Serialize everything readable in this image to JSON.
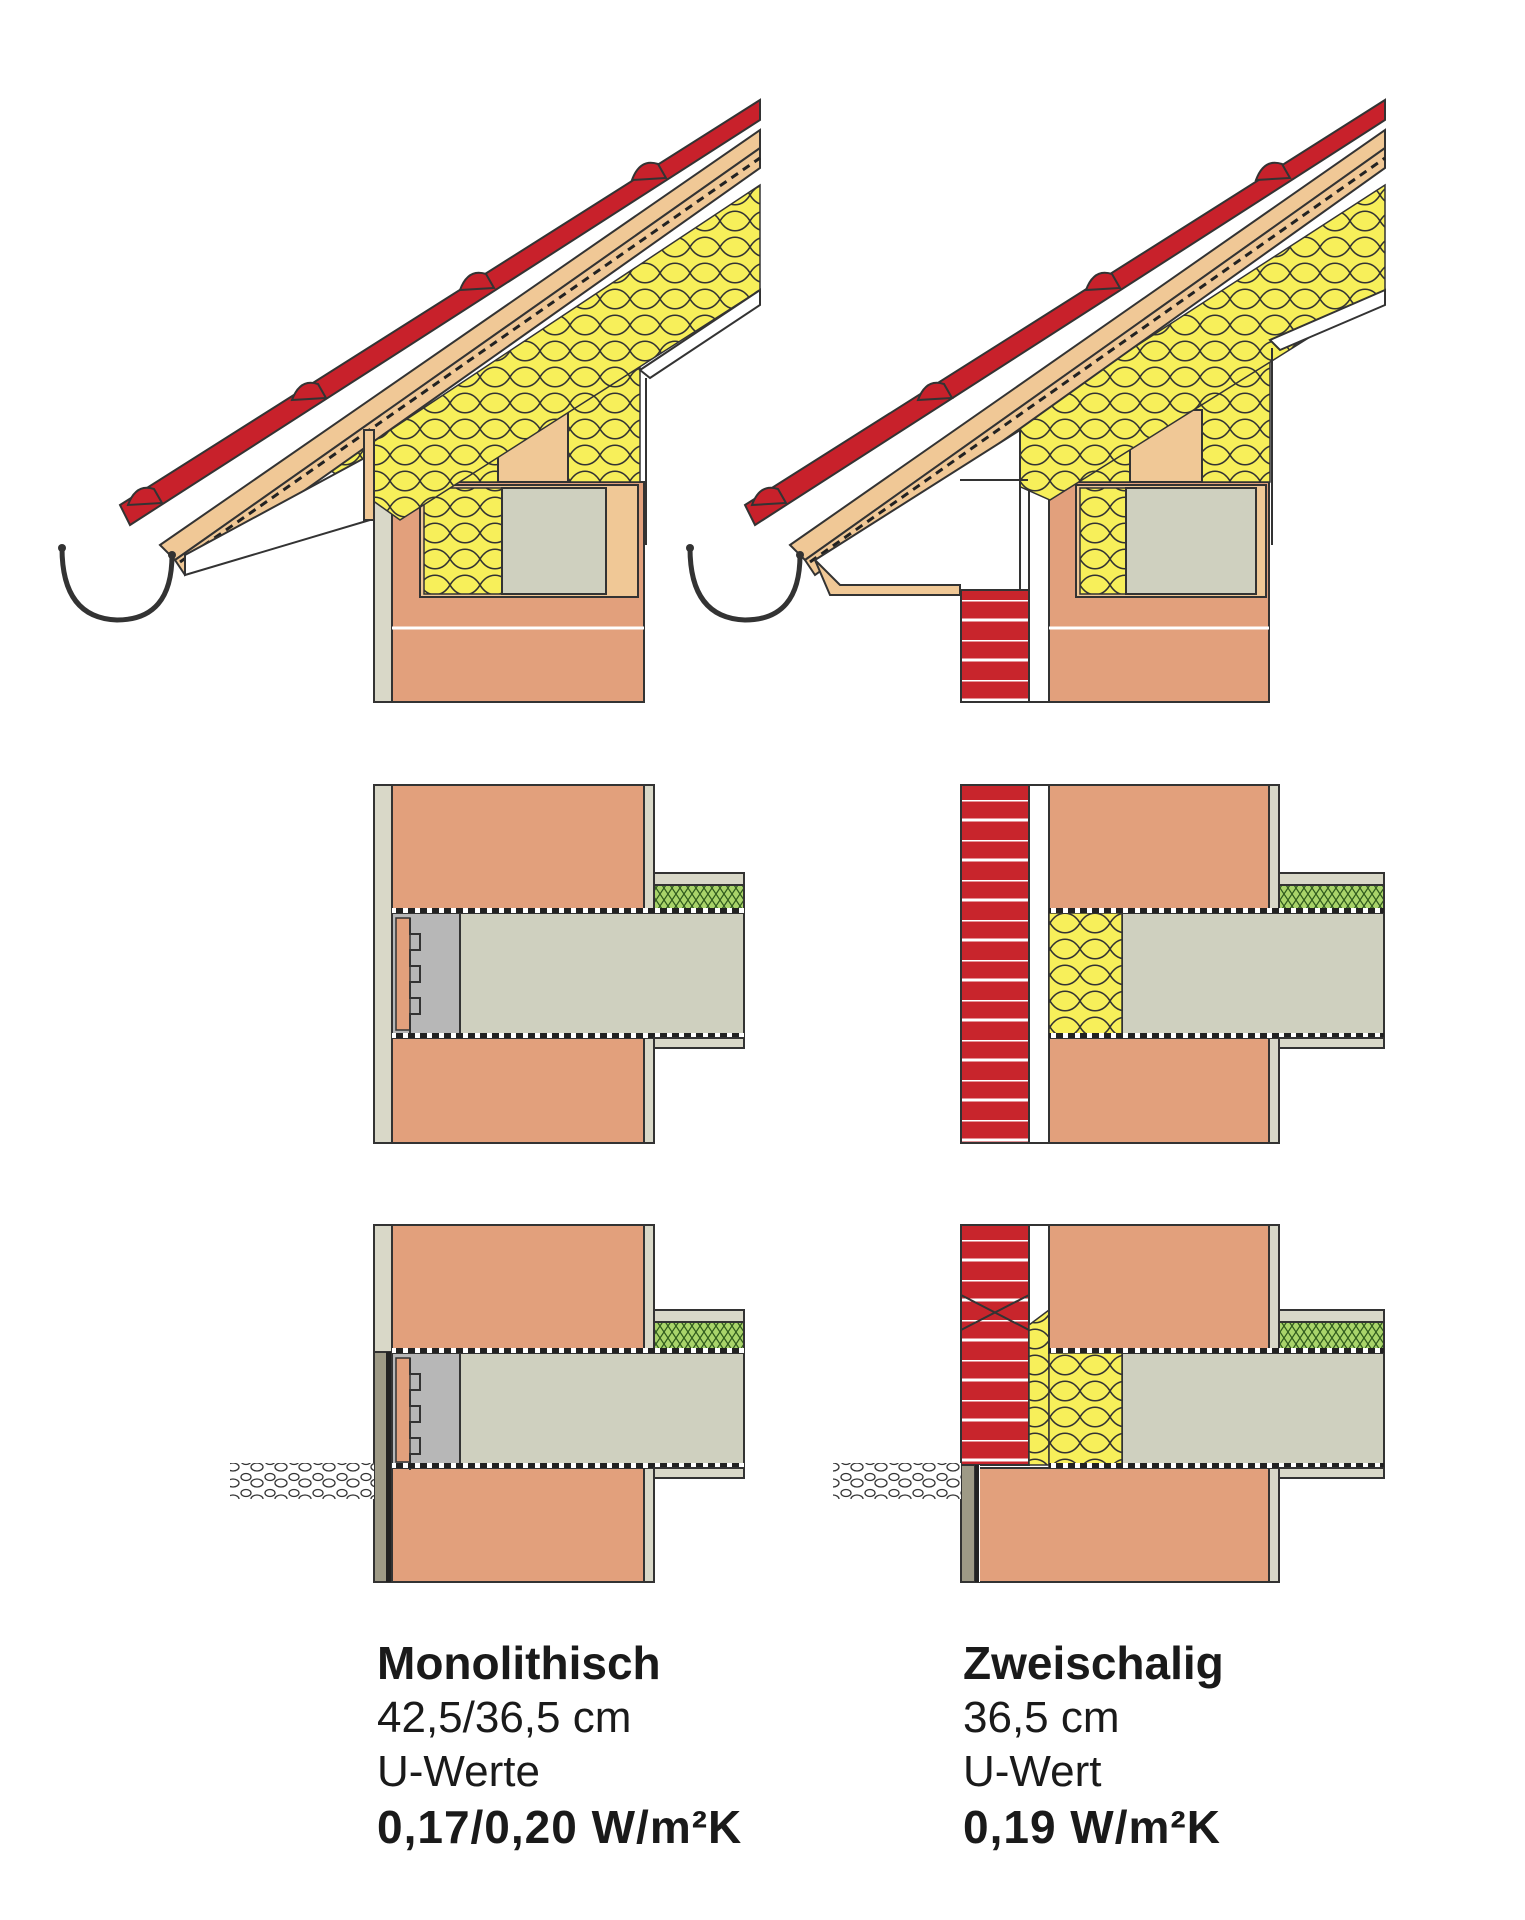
{
  "left": {
    "title": "Monolithisch",
    "dimension": "42,5/36,5 cm",
    "u_label": "U-Werte",
    "u_value": "0,17/0,20 W/m²K"
  },
  "right": {
    "title": "Zweischalig",
    "dimension": "36,5 cm",
    "u_label": "U-Wert",
    "u_value": "0,19 W/m²K"
  },
  "colors": {
    "roof_tile": "#c8212b",
    "brick_block": "#e2a07c",
    "facing_brick": "#c8252c",
    "insulation": "#f7ef5a",
    "concrete": "#cfd0bf",
    "plaster": "#d9d8c8",
    "timber": "#f0c896",
    "floor_insulation": "#a9d46a"
  }
}
